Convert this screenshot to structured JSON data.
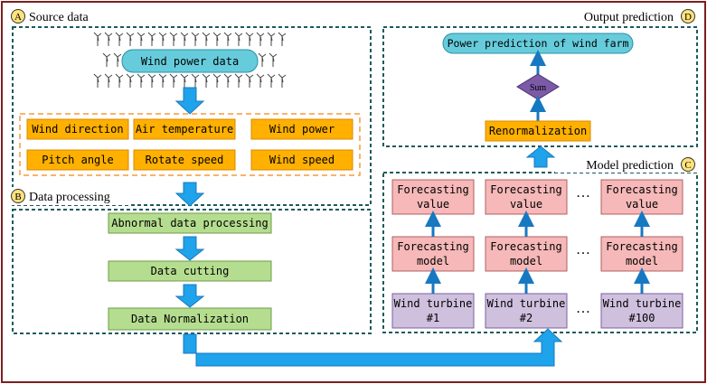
{
  "sections": {
    "source": {
      "letter": "A",
      "title": "Source data"
    },
    "processing": {
      "letter": "B",
      "title": "Data processing"
    },
    "model": {
      "letter": "C",
      "title": "Model prediction"
    },
    "output": {
      "letter": "D",
      "title": "Output prediction"
    }
  },
  "source": {
    "wind_power_data": "Wind power data",
    "features": [
      "Wind direction",
      "Air temperature",
      "Wind power",
      "Pitch angle",
      "Rotate speed",
      "Wind speed"
    ]
  },
  "processing": {
    "steps": [
      "Abnormal data processing",
      "Data cutting",
      "Data Normalization"
    ]
  },
  "model": {
    "columns": [
      {
        "value": [
          "Forecasting",
          "value"
        ],
        "model": [
          "Forecasting",
          "model"
        ],
        "turbine": [
          "Wind turbine",
          "#1"
        ]
      },
      {
        "value": [
          "Forecasting",
          "value"
        ],
        "model": [
          "Forecasting",
          "model"
        ],
        "turbine": [
          "Wind turbine",
          "#2"
        ]
      },
      {
        "value": [
          "Forecasting",
          "value"
        ],
        "model": [
          "Forecasting",
          "model"
        ],
        "turbine": [
          "Wind turbine",
          "#100"
        ]
      }
    ],
    "ellipsis": "…"
  },
  "output": {
    "prediction": "Power prediction of wind farm",
    "sum": "Sum",
    "renormalization": "Renormalization"
  },
  "colors": {
    "outer_border": "#7a2020",
    "dashed_border": "#1d5a5e",
    "arrow": "#1fa3ea",
    "arrow_stroke": "#1778c2",
    "cyan_box": "#66ccdc",
    "orange_box": "#ffb000",
    "orange_dash": "#f59a3c",
    "green_box": "#b5dd8f",
    "pink_box": "#f6b8b8",
    "purple_box": "#cfc0de",
    "sum_diamond": "#7b5aa6",
    "label_circle": "#ffe27a"
  }
}
